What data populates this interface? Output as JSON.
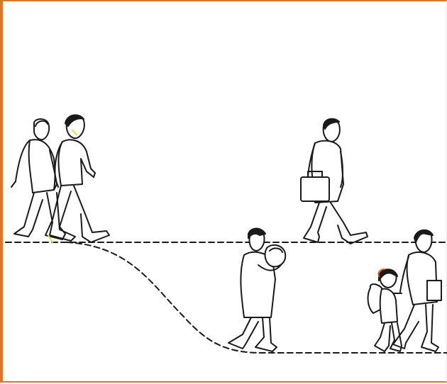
{
  "illustration": {
    "colors": {
      "accent": "#d9782d",
      "ink": "#1a1a1a",
      "highlight_yellow": "#e2e43a",
      "child_hair_orange": "#e05a1e"
    },
    "paths": [
      {
        "name": "upper-path",
        "style": "dashed"
      },
      {
        "name": "lower-path",
        "style": "dashed"
      }
    ],
    "figures": [
      {
        "name": "walking-woman-left",
        "icon": "person-walking"
      },
      {
        "name": "walking-man-left",
        "icon": "person-walking"
      },
      {
        "name": "man-with-briefcase",
        "icon": "person-walking-bag"
      },
      {
        "name": "woman-holding-baby",
        "icon": "person-with-baby"
      },
      {
        "name": "child-with-backpack",
        "icon": "child-walking"
      },
      {
        "name": "adult-holding-child-hand",
        "icon": "person-walking-folder"
      }
    ]
  }
}
